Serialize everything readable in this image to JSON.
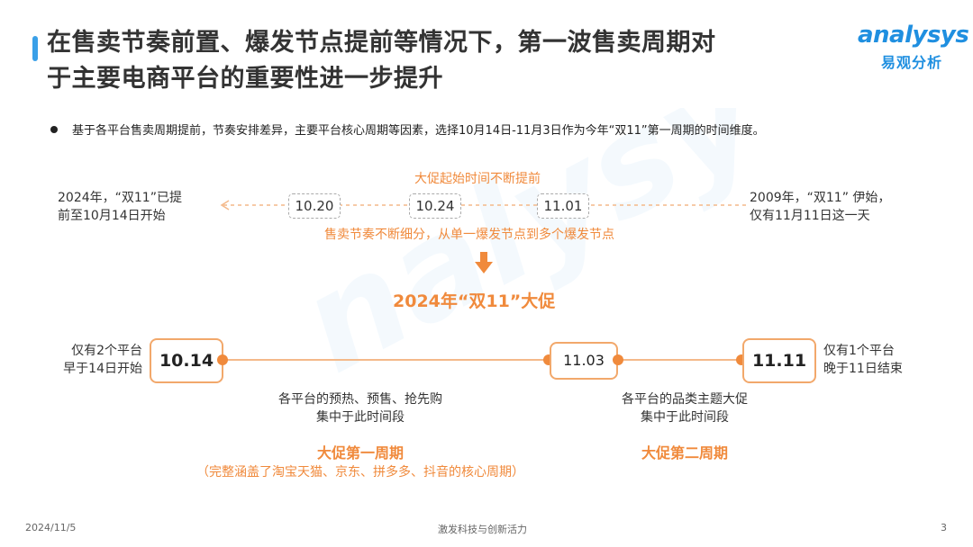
{
  "header": {
    "title_line1": "在售卖节奏前置、爆发节点提前等情况下，第一波售卖周期对",
    "title_line2": "于主要电商平台的重要性进一步提升",
    "logo_en": "analysys",
    "logo_cn": "易观分析"
  },
  "bullet": "基于各平台售卖周期提前，节奏安排差异，主要平台核心周期等因素，选择10月14日-11月3日作为今年“双11”第一周期的时间维度。",
  "history": {
    "top_label": "大促起始时间不断提前",
    "left_line1": "2024年，“双11”已提",
    "left_line2": "前至10月14日开始",
    "dates": [
      "10.20",
      "10.24",
      "11.01"
    ],
    "right_line1": "2009年，“双11” 伊始，",
    "right_line2": "仅有11月11日这一天",
    "bottom_label": "售卖节奏不断细分，从单一爆发节点到多个爆发节点"
  },
  "event_title": "2024年“双11”大促",
  "timeline": {
    "start_date": "10.14",
    "mid_date": "11.03",
    "end_date": "11.11",
    "left_note_line1": "仅有2个平台",
    "left_note_line2": "早于14日开始",
    "right_note_line1": "仅有1个平台",
    "right_note_line2": "晚于11日结束",
    "phase1_desc_line1": "各平台的预热、预售、抢先购",
    "phase1_desc_line2": "集中于此时间段",
    "phase1_title": "大促第一周期",
    "phase1_sub": "（完整涵盖了淘宝天猫、京东、拼多多、抖音的核心周期）",
    "phase2_desc_line1": "各平台的品类主题大促",
    "phase2_desc_line2": "集中于此时间段",
    "phase2_title": "大促第二周期"
  },
  "footer": {
    "date": "2024/11/5",
    "slogan": "激发科技与创新活力",
    "page": "3"
  },
  "colors": {
    "accent": "#f08a3c",
    "brand": "#1f8fe0",
    "box_border": "#f2a86b"
  }
}
